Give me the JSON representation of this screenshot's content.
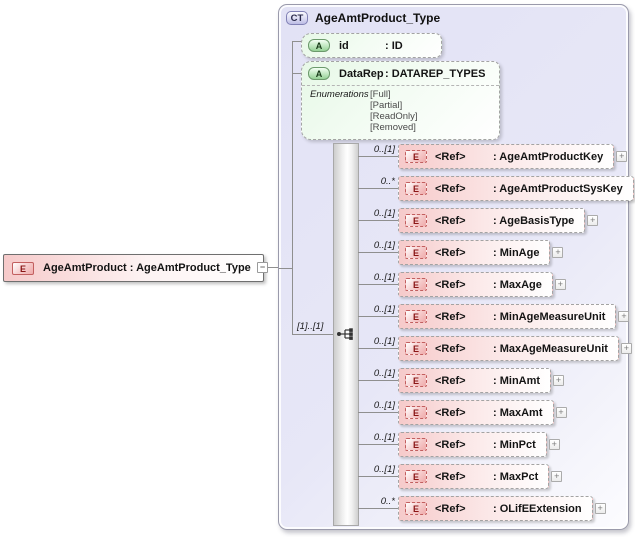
{
  "diagram": {
    "root_element": {
      "badge": "E",
      "label": "AgeAmtProduct : AgeAmtProduct_Type",
      "collapse_glyph": "−"
    },
    "complex_type": {
      "badge": "CT",
      "title": "AgeAmtProduct_Type",
      "attributes": [
        {
          "badge": "A",
          "name": "id",
          "type": ": ID"
        },
        {
          "badge": "A",
          "name": "DataRep",
          "type": ": DATAREP_TYPES",
          "enumerations_label": "Enumerations",
          "enumerations": [
            "[Full]",
            "[Partial]",
            "[ReadOnly]",
            "[Removed]"
          ]
        }
      ],
      "sequence_cardinality": "[1]..[1]",
      "elements": [
        {
          "cardinality": "0..[1]",
          "badge": "E",
          "ref": "<Ref>",
          "name": ": AgeAmtProductKey",
          "expand_glyph": "+"
        },
        {
          "cardinality": "0..*",
          "badge": "E",
          "ref": "<Ref>",
          "name": ": AgeAmtProductSysKey",
          "expand_glyph": "+"
        },
        {
          "cardinality": "0..[1]",
          "badge": "E",
          "ref": "<Ref>",
          "name": ": AgeBasisType",
          "expand_glyph": "+"
        },
        {
          "cardinality": "0..[1]",
          "badge": "E",
          "ref": "<Ref>",
          "name": ": MinAge",
          "expand_glyph": "+"
        },
        {
          "cardinality": "0..[1]",
          "badge": "E",
          "ref": "<Ref>",
          "name": ": MaxAge",
          "expand_glyph": "+"
        },
        {
          "cardinality": "0..[1]",
          "badge": "E",
          "ref": "<Ref>",
          "name": ": MinAgeMeasureUnit",
          "expand_glyph": "+"
        },
        {
          "cardinality": "0..[1]",
          "badge": "E",
          "ref": "<Ref>",
          "name": ": MaxAgeMeasureUnit",
          "expand_glyph": "+"
        },
        {
          "cardinality": "0..[1]",
          "badge": "E",
          "ref": "<Ref>",
          "name": ": MinAmt",
          "expand_glyph": "+"
        },
        {
          "cardinality": "0..[1]",
          "badge": "E",
          "ref": "<Ref>",
          "name": ": MaxAmt",
          "expand_glyph": "+"
        },
        {
          "cardinality": "0..[1]",
          "badge": "E",
          "ref": "<Ref>",
          "name": ": MinPct",
          "expand_glyph": "+"
        },
        {
          "cardinality": "0..[1]",
          "badge": "E",
          "ref": "<Ref>",
          "name": ": MaxPct",
          "expand_glyph": "+"
        },
        {
          "cardinality": "0..*",
          "badge": "E",
          "ref": "<Ref>",
          "name": ": OLifEExtension",
          "expand_glyph": "+"
        }
      ]
    },
    "colors": {
      "element_pink": "#f6caca",
      "attribute_green": "#e7f8e7",
      "container_lavender": "#e6e6f7"
    }
  }
}
